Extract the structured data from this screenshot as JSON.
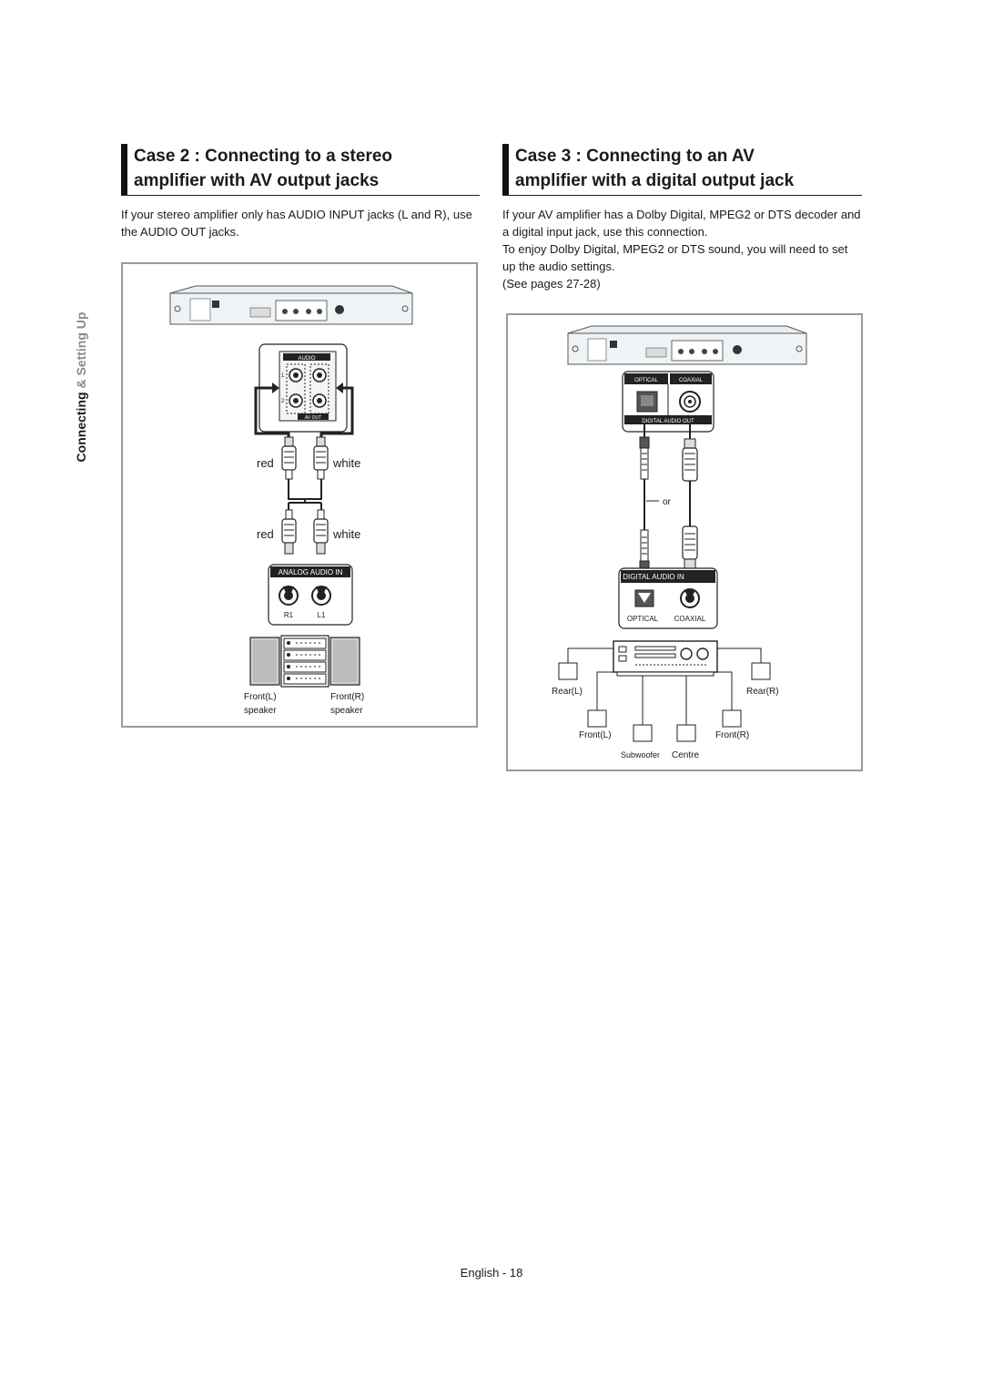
{
  "side_tab": {
    "part1": "Connecting",
    "part2": "& Setting Up"
  },
  "case2": {
    "title_line1": "Case 2 : Connecting to a stereo",
    "title_line2": "amplifier with AV output jacks",
    "body": "If your stereo amplifier only has AUDIO INPUT jacks (L and R), use the AUDIO OUT jacks.",
    "diagram": {
      "panel_audio": "AUDIO",
      "panel_jack1": "1",
      "panel_jack2": "2",
      "panel_av_out": "AV OUT",
      "plug_red_top": "red",
      "plug_white_top": "white",
      "plug_red_bottom": "red",
      "plug_white_bottom": "white",
      "analog_audio_in": "ANALOG   AUDIO IN",
      "jack_r": "R1",
      "jack_l": "L1",
      "front_l": "Front(L)",
      "front_l_sub": "speaker",
      "front_r": "Front(R)",
      "front_r_sub": "speaker"
    }
  },
  "case3": {
    "title_line1": "Case 3 : Connecting to an AV",
    "title_line2": "amplifier with a digital output jack",
    "body1": "If your AV amplifier has a Dolby Digital, MPEG2 or DTS decoder and a digital input jack, use this connection.",
    "body2": "To enjoy Dolby Digital, MPEG2 or DTS sound, you will need to set up the audio settings.",
    "body3": "(See pages 27-28)",
    "diagram": {
      "optical_top": "OPTICAL",
      "coaxial_top": "COAXIAL",
      "digital_audio_out": "DIGITAL AUDIO OUT",
      "or": "or",
      "digital_audio_in": "DIGITAL AUDIO IN",
      "optical_bottom": "OPTICAL",
      "coaxial_bottom": "COAXIAL",
      "rear_l": "Rear(L)",
      "rear_r": "Rear(R)",
      "front_l": "Front(L)",
      "front_r": "Front(R)",
      "subwoofer": "Subwoofer",
      "centre": "Centre"
    }
  },
  "footer": {
    "page": "English - 18"
  }
}
